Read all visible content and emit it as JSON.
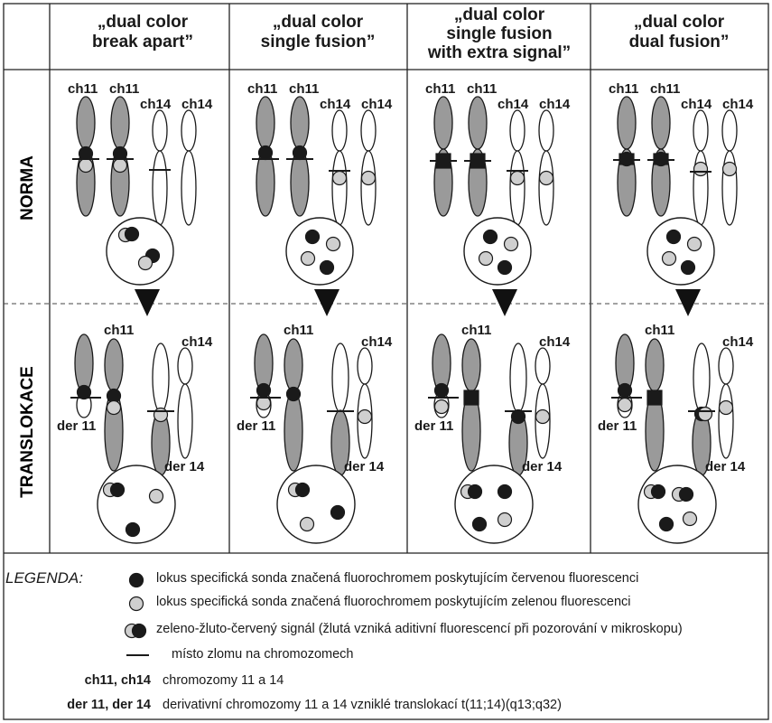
{
  "columns": [
    {
      "title_lines": [
        "„dual color",
        "break apart”"
      ]
    },
    {
      "title_lines": [
        "„dual color",
        "single fusion”"
      ]
    },
    {
      "title_lines": [
        "„dual color",
        "single fusion",
        "with extra signal”"
      ]
    },
    {
      "title_lines": [
        "„dual color",
        "dual fusion”"
      ]
    }
  ],
  "rows": {
    "norma": "NORMA",
    "translokace": "TRANSLOKACE"
  },
  "chromosome_labels": {
    "ch11": "ch11",
    "ch14": "ch14",
    "der11": "der 11",
    "der14": "der 14"
  },
  "colors": {
    "red_probe": "#1a1a1a",
    "green_probe": "#cfcfcf",
    "chromosome_fill": "#9a9a9a",
    "line": "#1a1a1a"
  },
  "legend": {
    "title": "LEGENDA:",
    "red": "lokus specifická sonda značená fluorochromem poskytujícím červenou fluorescenci",
    "green": "lokus specifická sonda značená fluorochromem poskytujícím zelenou fluorescenci",
    "fusion": "zeleno-žluto-červený signál (žlutá vzniká aditivní fluorescencí při pozorování v mikroskopu)",
    "break": "místo zlomu na chromozomech",
    "ch_key": "ch11, ch14",
    "ch_text": "chromozomy 11 a 14",
    "der_key": "der 11, der 14",
    "der_text": "derivativní chromozomy 11 a 14 vzniklé translokací t(11;14)(q13;q32)"
  }
}
